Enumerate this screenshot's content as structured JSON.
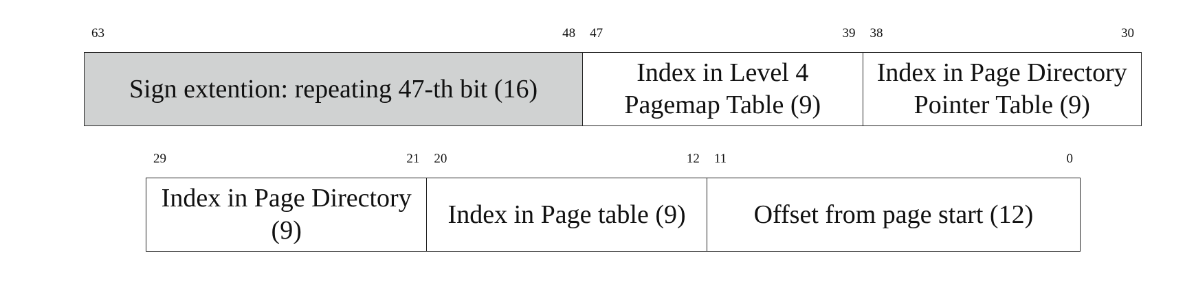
{
  "colors": {
    "shaded_field": "#d0d2d2",
    "border": "#222222",
    "background": "#ffffff"
  },
  "rows": [
    {
      "fields": [
        {
          "label": "Sign extention: repeating 47-th bit (16)",
          "bit_high": "63",
          "bit_low": "48",
          "shaded": true
        },
        {
          "label": "Index in Level 4 Pagemap Table (9)",
          "bit_high": "47",
          "bit_low": "39",
          "shaded": false
        },
        {
          "label": "Index in Page Directory Pointer Table (9)",
          "bit_high": "38",
          "bit_low": "30",
          "shaded": false
        }
      ]
    },
    {
      "fields": [
        {
          "label": "Index in Page Directory (9)",
          "bit_high": "29",
          "bit_low": "21",
          "shaded": false
        },
        {
          "label": "Index in Page table (9)",
          "bit_high": "20",
          "bit_low": "12",
          "shaded": false
        },
        {
          "label": "Offset from page start (12)",
          "bit_high": "11",
          "bit_low": "0",
          "shaded": false
        }
      ]
    }
  ]
}
